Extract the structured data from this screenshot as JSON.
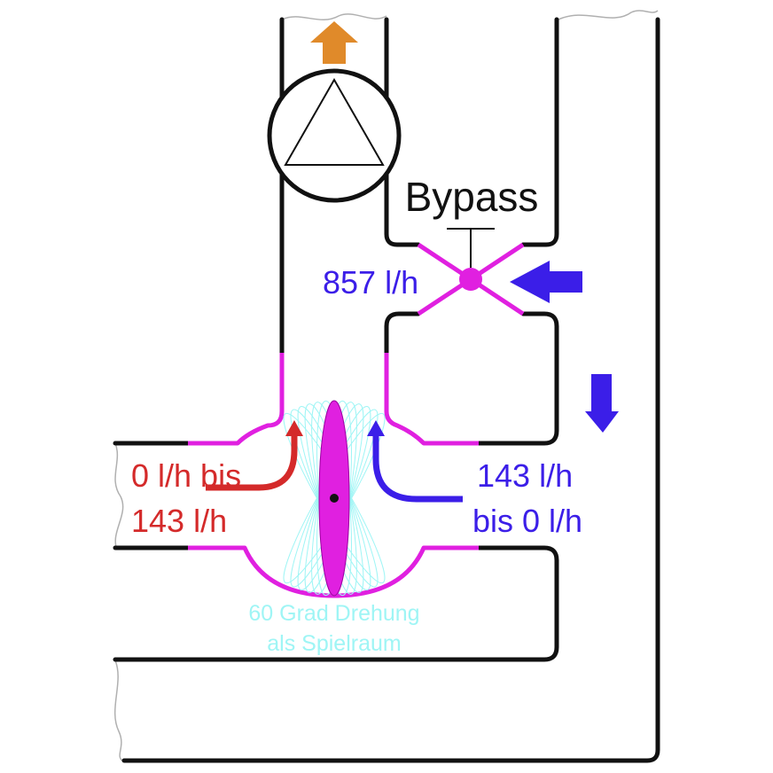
{
  "labels": {
    "bypass": "Bypass",
    "bypass_flow": "857 l/h",
    "left_flow_line1": "0 l/h bis",
    "left_flow_line2": "143 l/h",
    "right_flow_line1": "143 l/h",
    "right_flow_line2": "bis 0 l/h",
    "rotation_line1": "60 Grad Drehung",
    "rotation_line2": "als Spielraum"
  },
  "icons": {
    "pump": "pump-triangle-icon",
    "bypass_valve": "valve-icon",
    "pump_output_arrow": "arrow-up-icon",
    "inflow_arrow": "arrow-left-icon",
    "down_flow_arrow": "arrow-down-icon"
  },
  "colors": {
    "pipe": "#111111",
    "valve_and_mixer": "#e020e0",
    "left_flow": "#d42a2a",
    "right_flow": "#3b1ee8",
    "pump_output": "#e08a2a",
    "rotation_note": "#9ff5f5"
  },
  "rotation_degrees": 60
}
